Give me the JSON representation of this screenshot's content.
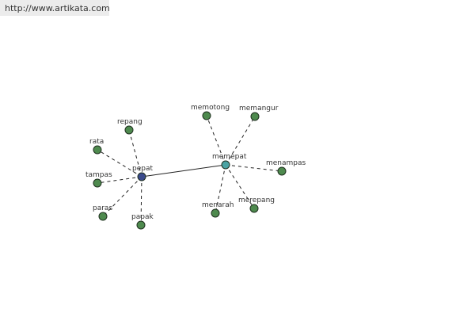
{
  "header": {
    "url_text": "http://www.artikata.com"
  },
  "colors": {
    "leaf_fill": "#4e8a4e",
    "root_fill": "#3a4a8c",
    "hub_fill": "#4aa3a3",
    "edge": "#222222"
  },
  "graph": {
    "nodes": [
      {
        "id": "pepat",
        "label": "pepat",
        "kind": "root"
      },
      {
        "id": "memepat",
        "label": "memepat",
        "kind": "hub"
      },
      {
        "id": "repang",
        "label": "repang",
        "kind": "leaf"
      },
      {
        "id": "rata",
        "label": "rata",
        "kind": "leaf"
      },
      {
        "id": "tampas",
        "label": "tampas",
        "kind": "leaf"
      },
      {
        "id": "paras",
        "label": "paras",
        "kind": "leaf"
      },
      {
        "id": "papak",
        "label": "papak",
        "kind": "leaf"
      },
      {
        "id": "memotong",
        "label": "memotong",
        "kind": "leaf"
      },
      {
        "id": "memangur",
        "label": "memangur",
        "kind": "leaf"
      },
      {
        "id": "menampas",
        "label": "menampas",
        "kind": "leaf"
      },
      {
        "id": "merepang",
        "label": "merepang",
        "kind": "leaf"
      },
      {
        "id": "menarah",
        "label": "menarah",
        "kind": "leaf"
      }
    ],
    "edges": [
      {
        "from": "pepat",
        "to": "memepat",
        "style": "solid"
      },
      {
        "from": "pepat",
        "to": "repang",
        "style": "dashed"
      },
      {
        "from": "pepat",
        "to": "rata",
        "style": "dashed"
      },
      {
        "from": "pepat",
        "to": "tampas",
        "style": "dashed"
      },
      {
        "from": "pepat",
        "to": "paras",
        "style": "dashed"
      },
      {
        "from": "pepat",
        "to": "papak",
        "style": "dashed"
      },
      {
        "from": "memepat",
        "to": "memotong",
        "style": "dashed"
      },
      {
        "from": "memepat",
        "to": "memangur",
        "style": "dashed"
      },
      {
        "from": "memepat",
        "to": "menampas",
        "style": "dashed"
      },
      {
        "from": "memepat",
        "to": "merepang",
        "style": "dashed"
      },
      {
        "from": "memepat",
        "to": "menarah",
        "style": "dashed"
      }
    ]
  }
}
